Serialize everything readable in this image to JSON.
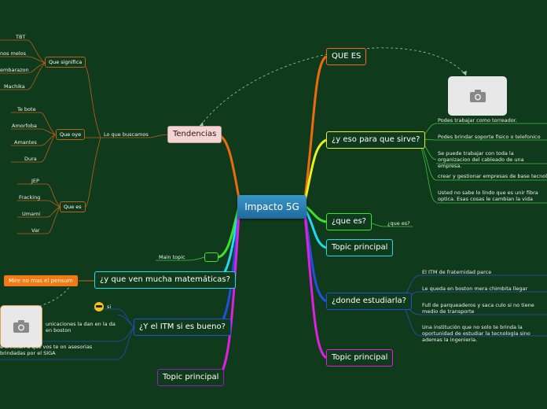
{
  "root": {
    "label": "Impacto 5G"
  },
  "right": {
    "que_es": "QUE ES",
    "para_que": "¿y eso para que sirve?",
    "para_que_items": [
      "Podes trabajar como torreador.",
      "Podes brindar soporte fisico o telefonico",
      "Se puede trabajar con toda la organizacion del cableado de una empresa.",
      "crear y gestionar empresas de base tecnologica",
      "Usted no sabe lo lindo que es unir fibra optica. Esas cosas le cambian la vida"
    ],
    "que_es_q": "¿que es?",
    "que_es_q_child": "¿que es?",
    "topic1": "Topic principal",
    "donde": "¿donde estudiarla?",
    "donde_items": [
      "El ITM de fraternidad parce",
      "Le queda en boston mera chimbita llegar",
      "Full de parqueaderos y saca culo si no tiene medio de transporte",
      "Una institución que no solo te brinda la oportunidad de estudiar la tecnología sino ademas la ingenieria."
    ],
    "topic2": "Topic principal"
  },
  "left": {
    "tendencias": "Tendencias",
    "lo_que_buscamos": "Lo que buscamos",
    "que_significa": "Que significa",
    "que_significa_items": [
      "TBT",
      "nos melos",
      "embarazon",
      "Machika"
    ],
    "que_oye": "Que oye",
    "que_oye_items": [
      "Te bote",
      "Amorfoba",
      "Amantes",
      "Dura"
    ],
    "que_es": "Que es",
    "que_es_items": [
      "JEP",
      "Fracking",
      "Umami",
      "Var"
    ],
    "main_topic": "Main topic",
    "matematicas": "¿y que ven mucha matemáticas?",
    "mire": "Mire no mas el pensum",
    "itm_bueno": "¿Y el ITM si es bueno?",
    "si": "si",
    "itm_text1": "unicaciones la dan en la da en boston",
    "itm_text2": "e enfocan a que vos te on asesorias brindadas por el SIGA",
    "topic3": "Topic principal"
  },
  "colors": {
    "orange": "#f06a10",
    "yellow": "#e8f020",
    "green": "#40e030",
    "cyan": "#20d8f0",
    "blue": "#2050e0",
    "magenta": "#e020e0",
    "purple": "#9020c0",
    "brown": "#b8621a",
    "pink": "#d88a8a"
  }
}
